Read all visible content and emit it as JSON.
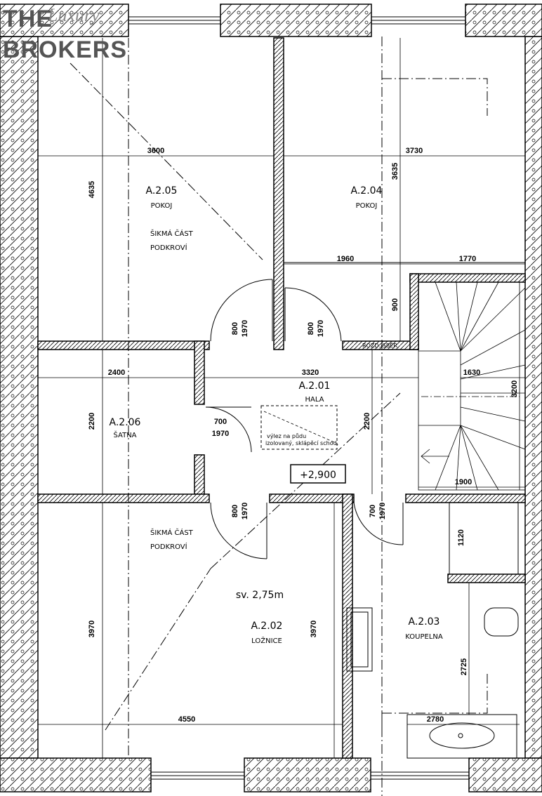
{
  "logo": {
    "line1": "THE",
    "script": "Luxury",
    "line2": "BROKERS"
  },
  "rooms": [
    {
      "id": "A.2.05",
      "name": "POKOJ"
    },
    {
      "id": "A.2.04",
      "name": "POKOJ"
    },
    {
      "id": "A.2.06",
      "name": "ŠATNA"
    },
    {
      "id": "A.2.01",
      "name": "HALA"
    },
    {
      "id": "A.2.02",
      "name": "LOŽNICE"
    },
    {
      "id": "A.2.03",
      "name": "KOUPELNA"
    }
  ],
  "notes": {
    "slope_top_1": "ŠIKMÁ ČÁST",
    "slope_top_2": "PODKROVÍ",
    "slope_bottom_1": "ŠIKMÁ ČÁST",
    "slope_bottom_2": "PODKROVÍ",
    "hatch_1": "výlez na půdu",
    "hatch_2": "izolovaný, sklápěcí schod.",
    "level": "+2,900",
    "height": "sv.  2,75m",
    "distribution": "ROZD./SBĚR."
  },
  "dimensions": {
    "d3600": "3600",
    "d3730": "3730",
    "d4635": "4635",
    "d3635": "3635",
    "d1960": "1960",
    "d1770": "1770",
    "d900": "900",
    "d800a": "800",
    "d1970a": "1970",
    "d800b": "800",
    "d1970b": "1970",
    "d2400": "2400",
    "d3320": "3320",
    "d1630": "1630",
    "d3200": "3200",
    "d2200a": "2200",
    "d2200b": "2200",
    "d700a": "700",
    "d1970c": "1970",
    "d1900": "1900",
    "d800c": "800",
    "d1970d": "1970",
    "d700b": "700",
    "d1970e": "1970",
    "d1120": "1120",
    "d3970a": "3970",
    "d3970b": "3970",
    "d2725": "2725",
    "d4550": "4550",
    "d2780": "2780"
  }
}
